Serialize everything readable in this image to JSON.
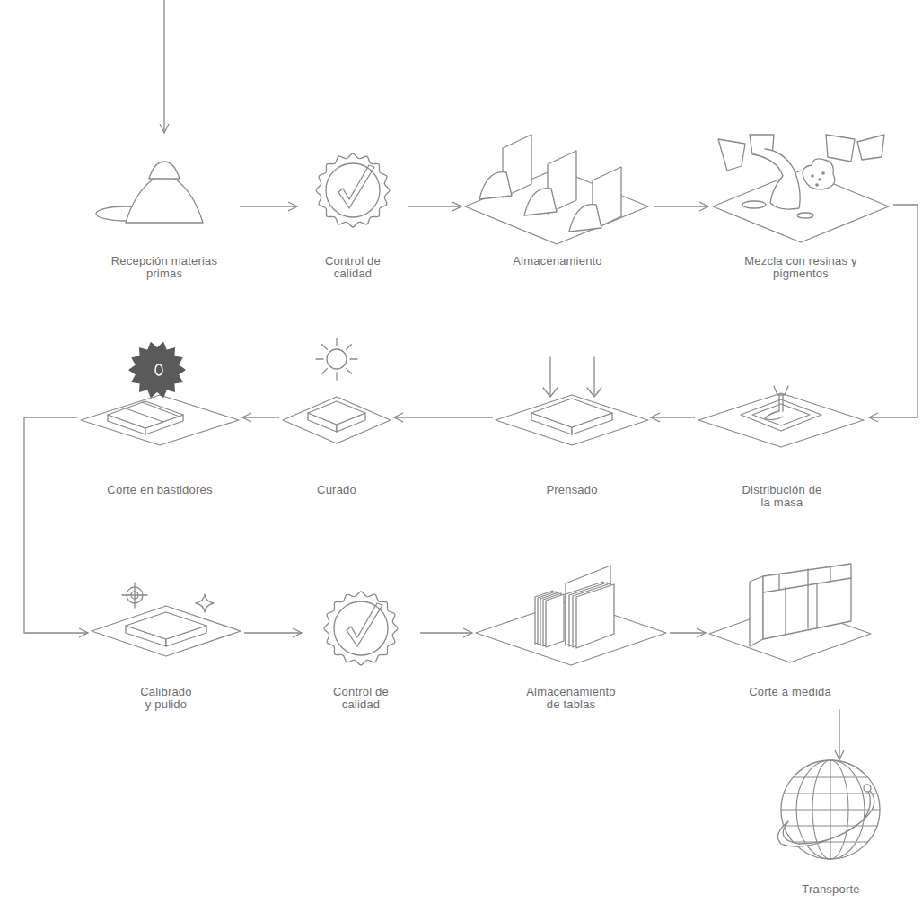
{
  "diagram": {
    "nodes": [
      {
        "text": [
          "Recepción materias primas"
        ]
      },
      {
        "text": [
          "Control de calidad"
        ]
      },
      {
        "text": [
          "Almacenamiento"
        ]
      },
      {
        "text": [
          "Mezcla con resinas y pigmentos"
        ]
      },
      {
        "text": [
          "Distribución de la masa"
        ]
      },
      {
        "text": [
          "Prensado"
        ]
      },
      {
        "text": [
          "Curado"
        ]
      },
      {
        "text": [
          "Corte en bastidores"
        ]
      },
      {
        "text": [
          "Calibrado y pulido"
        ]
      },
      {
        "text": [
          "Control de calidad"
        ]
      },
      {
        "text": [
          "Almacenamiento de tablas"
        ]
      },
      {
        "text": [
          "Corte a medida"
        ]
      },
      {
        "text": [
          "Transporte"
        ]
      }
    ],
    "edges": [
      {
        "from": 0,
        "to": 1,
        "arrow": "to"
      },
      {
        "from": 1,
        "to": 2,
        "arrow": "to"
      },
      {
        "from": 2,
        "to": 3,
        "arrow": "to"
      },
      {
        "from": 3,
        "to": 4,
        "arrow": "to"
      },
      {
        "from": 4,
        "to": 5,
        "arrow": "to"
      },
      {
        "from": 5,
        "to": 6,
        "arrow": "to"
      },
      {
        "from": 6,
        "to": 7,
        "arrow": "to"
      },
      {
        "from": 7,
        "to": 8,
        "arrow": "to"
      },
      {
        "from": 8,
        "to": 9,
        "arrow": "to"
      },
      {
        "from": 9,
        "to": 10,
        "arrow": "to"
      },
      {
        "from": 10,
        "to": 11,
        "arrow": "to"
      },
      {
        "from": 11,
        "to": 12,
        "arrow": "to"
      }
    ]
  }
}
